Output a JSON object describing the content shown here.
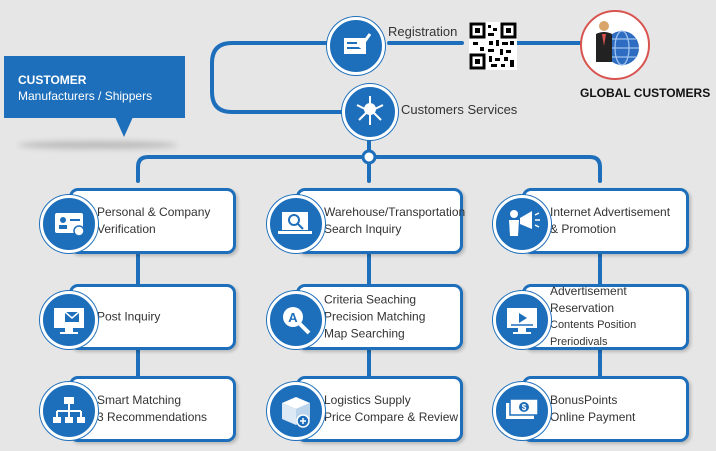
{
  "callout": {
    "title": "CUSTOMER",
    "subtitle": "Manufacturers / Shippers"
  },
  "top": {
    "registration": "Registration",
    "customers_services": "Customers Services",
    "global_customers": "GLOBAL CUSTOMERS"
  },
  "colors": {
    "primary": "#1e6fbb",
    "card_bg": "#ffffff",
    "background": "#e6e6e6"
  },
  "cards": [
    {
      "lines": [
        "Personal & Company",
        "Verification"
      ],
      "icon": "id-card-icon"
    },
    {
      "lines": [
        "Post Inquiry"
      ],
      "icon": "mail-monitor-icon"
    },
    {
      "lines": [
        "Smart Matching",
        "3 Recommendations"
      ],
      "icon": "org-chart-icon"
    },
    {
      "lines": [
        "Warehouse/Transportation",
        "Search Inquiry"
      ],
      "icon": "laptop-search-icon"
    },
    {
      "lines": [
        "Criteria Seaching",
        "Precision Matching",
        "Map Searching"
      ],
      "icon": "magnifier-a-icon"
    },
    {
      "lines": [
        "Logistics Supply",
        "Price Compare & Review"
      ],
      "icon": "package-plus-icon"
    },
    {
      "lines": [
        "Internet Advertisement",
        "& Promotion"
      ],
      "icon": "megaphone-person-icon"
    },
    {
      "lines": [
        "Advertisement Reservation",
        "Contents Position Preriodivals"
      ],
      "icon": "video-monitor-icon"
    },
    {
      "lines": [
        "BonusPoints",
        "Online Payment"
      ],
      "icon": "cash-icon"
    }
  ]
}
